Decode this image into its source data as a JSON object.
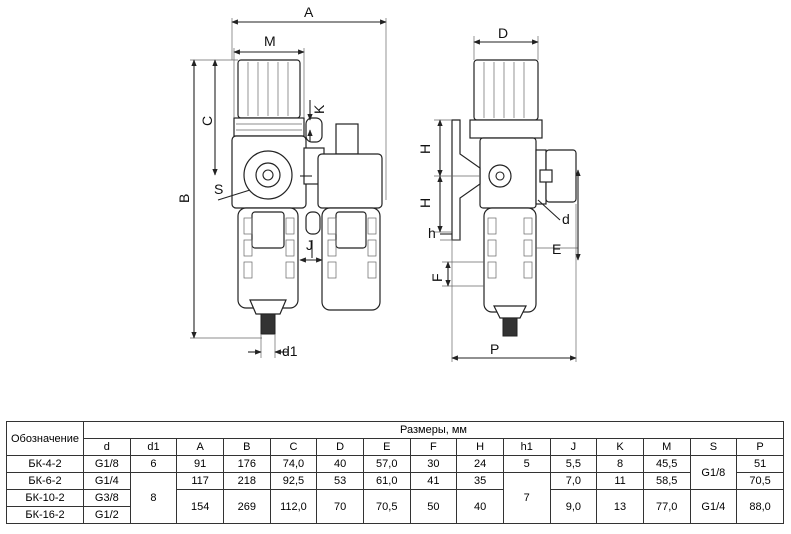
{
  "drawing": {
    "labels": {
      "A": "A",
      "M": "M",
      "C": "C",
      "K": "K",
      "S": "S",
      "B": "B",
      "J": "J",
      "d1": "d1",
      "D": "D",
      "H1": "H",
      "H2": "H",
      "h": "h",
      "d": "d",
      "E": "E",
      "F": "F",
      "P": "P"
    }
  },
  "table": {
    "header_first": "Обозначение",
    "header_group": "Размеры, мм",
    "columns": [
      "d",
      "d1",
      "A",
      "B",
      "C",
      "D",
      "E",
      "F",
      "H",
      "h1",
      "J",
      "K",
      "M",
      "S",
      "P"
    ],
    "rows": [
      {
        "name": "БК-4-2",
        "d": "G1/8",
        "d1": "6",
        "A": "91",
        "B": "176",
        "C": "74,0",
        "D": "40",
        "E": "57,0",
        "F": "30",
        "H": "24",
        "h1": "5",
        "J": "5,5",
        "K": "8",
        "M": "45,5",
        "S": "G1/8",
        "P": "51"
      },
      {
        "name": "БК-6-2",
        "d": "G1/4",
        "d1": "8",
        "A": "117",
        "B": "218",
        "C": "92,5",
        "D": "53",
        "E": "61,0",
        "F": "41",
        "H": "35",
        "h1": "7",
        "J": "7,0",
        "K": "11",
        "M": "58,5",
        "P": "70,5"
      },
      {
        "name": "БК-10-2",
        "d": "G3/8",
        "A": "154",
        "B": "269",
        "C": "112,0",
        "D": "70",
        "E": "70,5",
        "F": "50",
        "H": "40",
        "J": "9,0",
        "K": "13",
        "M": "77,0",
        "S": "G1/4",
        "P": "88,0"
      },
      {
        "name": "БК-16-2",
        "d": "G1/2"
      }
    ]
  }
}
